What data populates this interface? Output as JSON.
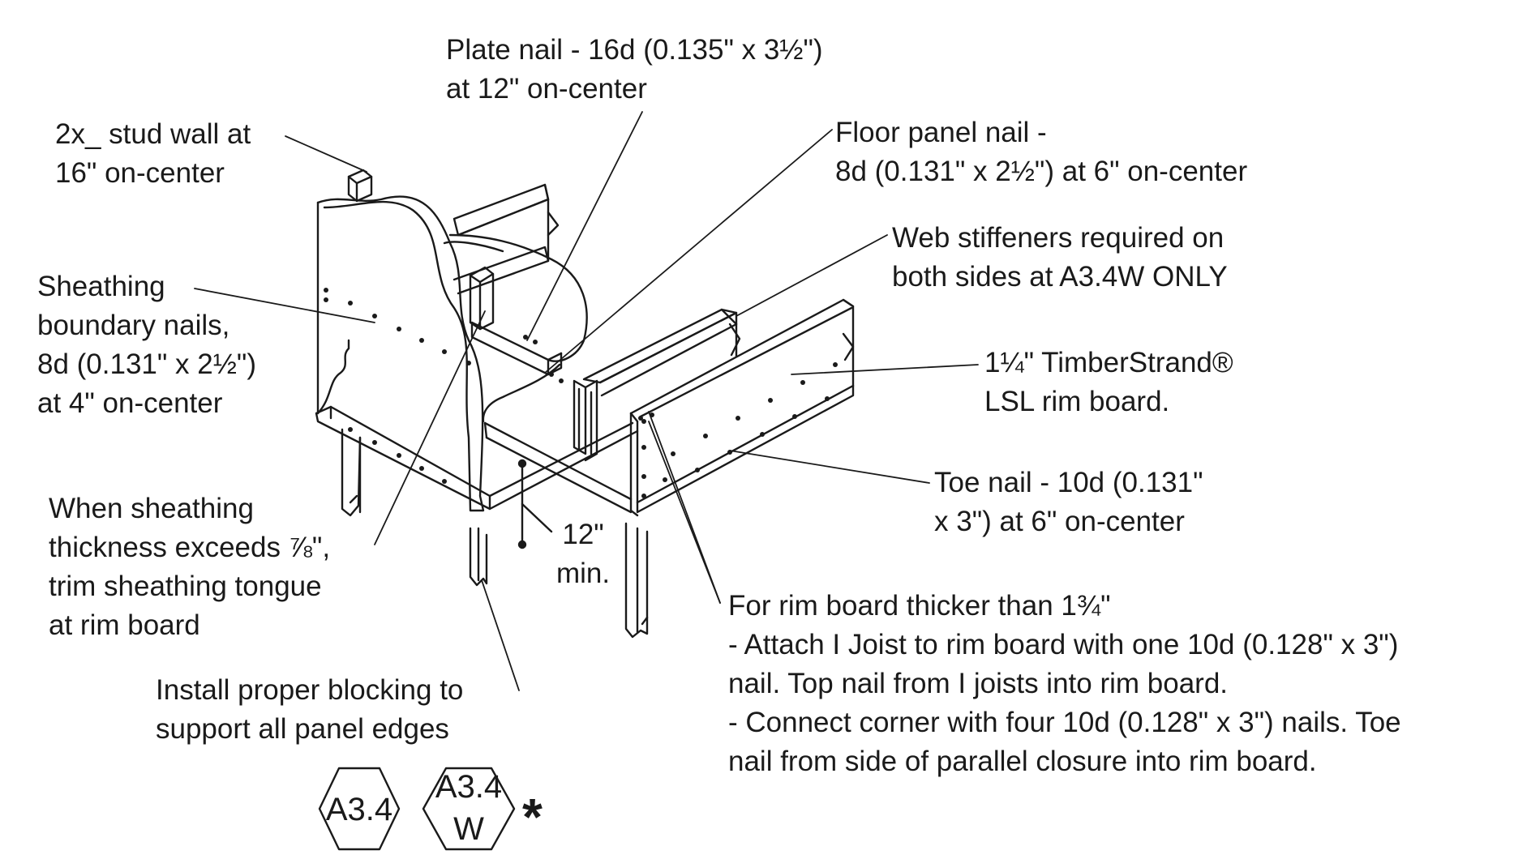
{
  "labels": {
    "plate_nail": [
      "Plate nail - 16d (0.135\" x 3½\")",
      "at 12\" on-center"
    ],
    "stud_wall": [
      "2x_ stud wall at",
      "16\" on-center"
    ],
    "floor_panel_nail": [
      "Floor panel nail -",
      "8d (0.131\" x 2½\") at 6\" on-center"
    ],
    "web_stiffeners": [
      "Web stiffeners required on",
      "both sides at A3.4W ONLY"
    ],
    "sheathing_boundary": [
      "Sheathing",
      "boundary nails,",
      "8d (0.131\" x 2½\")",
      "at 4\" on-center"
    ],
    "timberstrand": [
      "1¼\" TimberStrand®",
      "LSL rim board."
    ],
    "toe_nail": [
      "Toe nail - 10d (0.131\"",
      "x 3\") at 6\" on-center"
    ],
    "sheathing_thickness": [
      "When sheathing",
      "thickness exceeds ⅞\",",
      "trim sheathing tongue",
      "at rim board"
    ],
    "min_spacing": [
      "12\"",
      "min."
    ],
    "rim_board_thicker": [
      "For rim board thicker than 1¾\"",
      "- Attach I Joist to rim board with one 10d (0.128\" x 3\")",
      "nail. Top nail from I joists into rim board.",
      "- Connect corner with four 10d (0.128\" x 3\") nails. Toe",
      "nail from side of parallel closure into rim board."
    ],
    "blocking": [
      "Install proper blocking to",
      "support all panel edges"
    ]
  },
  "tags": {
    "tag1": "A3.4",
    "tag2_top": "A3.4",
    "tag2_bottom": "W",
    "asterisk": "*"
  }
}
